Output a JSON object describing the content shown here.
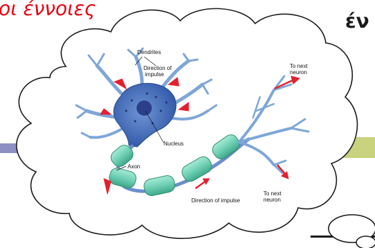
{
  "slide": {
    "title_left": "οι έννοιες",
    "title_right": "έν"
  },
  "diagram": {
    "labels": {
      "dendrites": "Dendrites",
      "direction_1": "Direction of",
      "direction_2": "impulse",
      "nucleus": "Nucleus",
      "axon": "Axon",
      "direction_impulse": "Direction of impulse",
      "to_next_top_1": "To next",
      "to_next_top_2": "neuron",
      "to_next_bottom_1": "To next",
      "to_next_bottom_2": "neuron"
    },
    "colors": {
      "cell_body": "#4a78c4",
      "dendrite": "#7ea6d8",
      "myelin": "#6fd0b4",
      "myelin_dark": "#3fa88a",
      "arrow": "#e4202e",
      "title": "#e30613",
      "accent_bar": "#c9d27c",
      "left_bar": "#8e90c4"
    }
  }
}
